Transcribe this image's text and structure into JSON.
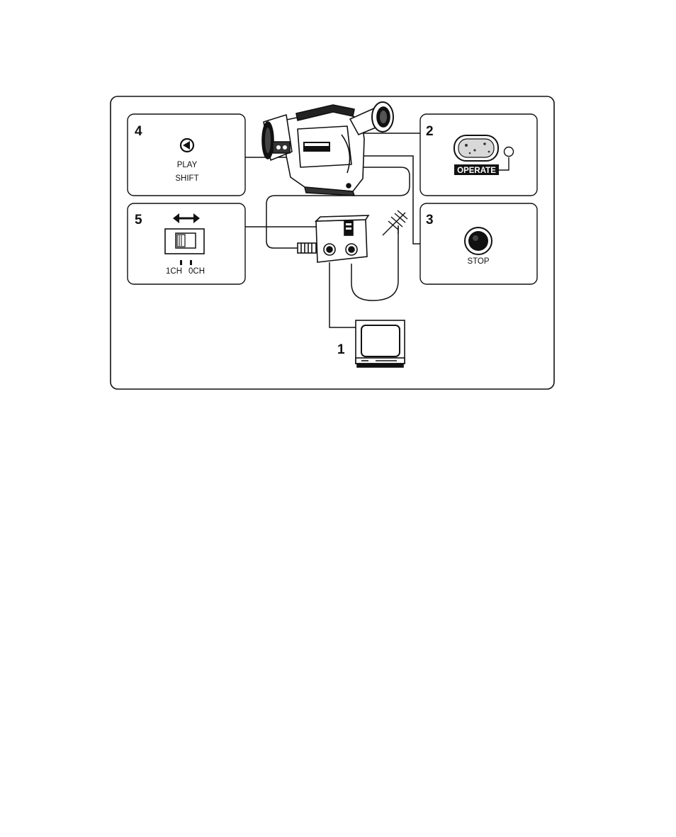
{
  "steps": {
    "step1": {
      "number": "1"
    },
    "step2": {
      "number": "2",
      "button_label": "OPERATE"
    },
    "step3": {
      "number": "3",
      "button_label": "STOP"
    },
    "step4": {
      "number": "4",
      "label_line1": "PLAY",
      "label_line2": "SHIFT"
    },
    "step5": {
      "number": "5",
      "switch_left": "1CH",
      "switch_right": "0CH"
    }
  },
  "icons": {
    "step4": "play-left-arrow-icon",
    "step5": "double-arrow-icon",
    "camera": "camcorder-icon",
    "adaptor": "rf-adaptor-icon",
    "antenna": "antenna-icon",
    "tv": "tv-icon"
  },
  "colors": {
    "ink": "#111111",
    "background": "#ffffff"
  }
}
